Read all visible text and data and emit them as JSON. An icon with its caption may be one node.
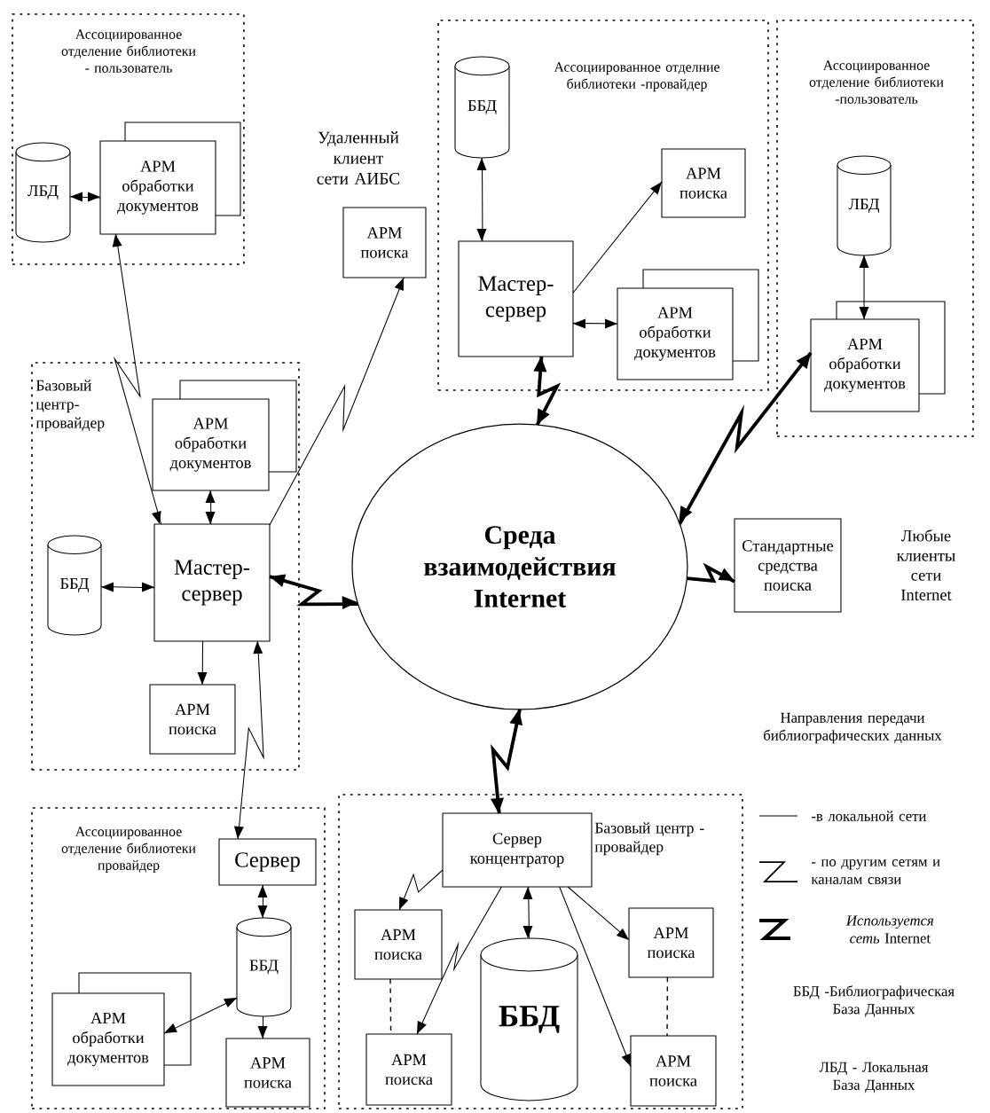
{
  "diagram": {
    "nodes": [
      {
        "text": [
          "Ассоциированное отделение библиотеки - пользователь"
        ]
      },
      {
        "text": [
          "ЛБД"
        ],
        "in": 0
      },
      {
        "text": [
          "АРМ обработки документов"
        ],
        "in": 0
      },
      {
        "text": [
          "Удаленный клиент сети АИБС",
          "АРМ поиска"
        ]
      },
      {
        "text": [
          "Ассоциированное отделние библиотеки -провайдер"
        ]
      },
      {
        "text": [
          "ББД"
        ],
        "in": 4
      },
      {
        "text": [
          "АРМ поиска"
        ],
        "in": 4
      },
      {
        "text": [
          "Мастер-сервер"
        ],
        "in": 4
      },
      {
        "text": [
          "АРМ обработки документов"
        ],
        "in": 4
      },
      {
        "text": [
          "Ассоциированное отделение библиотеки -пользователь"
        ]
      },
      {
        "text": [
          "ЛБД"
        ],
        "in": 9
      },
      {
        "text": [
          "АРМ обработки документов"
        ],
        "in": 9
      },
      {
        "text": [
          "Базовый центр-провайдер"
        ]
      },
      {
        "text": [
          "АРМ обработки документов"
        ],
        "in": 12
      },
      {
        "text": [
          "ББД"
        ],
        "in": 12
      },
      {
        "text": [
          "Мастер-сервер"
        ],
        "in": 12
      },
      {
        "text": [
          "АРМ поиска"
        ],
        "in": 12
      },
      {
        "text": [
          "Среда взаимодействия Internet"
        ]
      },
      {
        "text": [
          "Стандартные средства поиска"
        ],
        "beside": [
          "Любые клиенты сети Internet"
        ]
      },
      {
        "text": [
          "Ассоциированное отделение библиотеки провайдер"
        ]
      },
      {
        "text": [
          "Сервер"
        ],
        "in": 19
      },
      {
        "text": [
          "ББД"
        ],
        "in": 19
      },
      {
        "text": [
          "АРМ обработки документов"
        ],
        "in": 19
      },
      {
        "text": [
          "АРМ поиска"
        ],
        "in": 19
      },
      {
        "text": [
          "Базовый центр - провайдер"
        ]
      },
      {
        "text": [
          "Сервер концентратор"
        ],
        "in": 24
      },
      {
        "text": [
          "АРМ поиска"
        ],
        "in": 24
      },
      {
        "text": [
          "АРМ поиска"
        ],
        "in": 24
      },
      {
        "text": [
          "ББД"
        ],
        "in": 24
      },
      {
        "text": [
          "АРМ поиска"
        ],
        "in": 24
      },
      {
        "text": [
          "АРМ поиска"
        ],
        "in": 24
      }
    ],
    "edges": [
      {
        "from": 1,
        "to": 2,
        "arrow": "both"
      },
      {
        "from": 2,
        "to": 15,
        "arrow": "both"
      },
      {
        "from": 15,
        "to": 3,
        "arrow": "to"
      },
      {
        "from": 5,
        "to": 7,
        "arrow": "both"
      },
      {
        "from": 7,
        "to": 6,
        "arrow": "to"
      },
      {
        "from": 7,
        "to": 8,
        "arrow": "both"
      },
      {
        "from": 7,
        "to": 17,
        "arrow": "both",
        "style": "thick"
      },
      {
        "from": 10,
        "to": 11,
        "arrow": "both"
      },
      {
        "from": 11,
        "to": 17,
        "arrow": "both",
        "style": "thick"
      },
      {
        "from": 13,
        "to": 15,
        "arrow": "both"
      },
      {
        "from": 14,
        "to": 15,
        "arrow": "both"
      },
      {
        "from": 15,
        "to": 17,
        "arrow": "both",
        "style": "thick"
      },
      {
        "from": 15,
        "to": 16,
        "arrow": "to"
      },
      {
        "from": 17,
        "to": 18,
        "arrow": "to",
        "style": "thick"
      },
      {
        "from": 20,
        "to": 15,
        "arrow": "both"
      },
      {
        "from": 20,
        "to": 21,
        "arrow": "both"
      },
      {
        "from": 21,
        "to": 22,
        "arrow": "both"
      },
      {
        "from": 21,
        "to": 23,
        "arrow": "to"
      },
      {
        "from": 17,
        "to": 25,
        "arrow": "both",
        "style": "thick"
      },
      {
        "from": 25,
        "to": 26,
        "arrow": "to"
      },
      {
        "from": 25,
        "to": 28,
        "arrow": "both"
      },
      {
        "from": 25,
        "to": 29,
        "arrow": "to"
      },
      {
        "from": 25,
        "to": 27,
        "arrow": "to"
      },
      {
        "from": 25,
        "to": 30,
        "arrow": "to"
      },
      {
        "from": 26,
        "to": 27,
        "arrow": "none",
        "style": "dashed"
      },
      {
        "from": 29,
        "to": 30,
        "arrow": "none",
        "style": "dashed"
      }
    ],
    "labels": [
      "Направления передачи библиографических данных",
      "ББД -Библиографическая База Данных",
      "ЛБД - Локальная База Данных"
    ],
    "legend": [
      {
        "text": "-в локальной сети"
      },
      {
        "text": "- по другим сетям и каналам связи"
      },
      {
        "text": "*Используется сеть* Internet"
      }
    ]
  }
}
